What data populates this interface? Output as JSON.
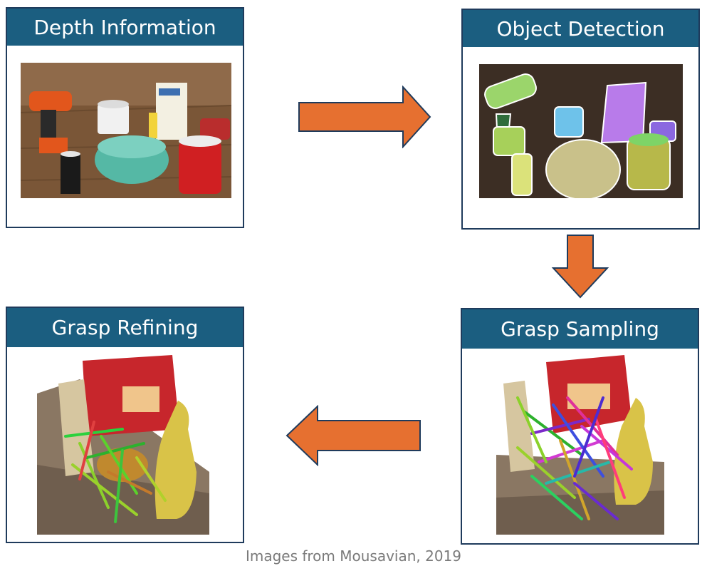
{
  "stages": [
    {
      "title": "Depth Information"
    },
    {
      "title": "Object Detection"
    },
    {
      "title": "Grasp Sampling"
    },
    {
      "title": "Grasp Refining"
    }
  ],
  "caption": "Images from Mousavian, 2019",
  "colors": {
    "title_bar": "#1b5e80",
    "card_border": "#1f3b5c",
    "arrow_fill": "#e67030",
    "arrow_stroke": "#1f3b5c",
    "caption_text": "#7a7a7a"
  },
  "images": {
    "depth": "photo-tabletop-objects",
    "detection": "segmented-objects-masks",
    "sampling": "point-cloud-many-grasps",
    "refining": "point-cloud-refined-grasps"
  }
}
